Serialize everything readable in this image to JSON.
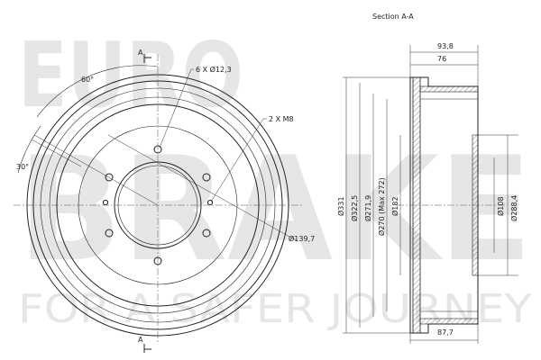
{
  "watermark": {
    "brand_line1": "EURO",
    "brand_line2": "BRAKE",
    "tagline": "FOR A SAFER JOURNEY",
    "color": "#e6e6e6"
  },
  "front_view": {
    "section_marker": "A",
    "angle_60": "60°",
    "angle_30": "30°",
    "holes_label": "6 X Ø12,3",
    "threads_label": "2 X M8",
    "pcd_label": "Ø139,7"
  },
  "section_view": {
    "title": "Section A-A",
    "dim_width_total": "93,8",
    "dim_width_inner": "76",
    "dim_width_bottom": "87,7",
    "dia_outer": "Ø331",
    "dia_flange": "Ø322,5",
    "dia_drum": "Ø271,9",
    "dia_brake": "Ø270 (Max 272)",
    "dia_182": "Ø182",
    "dia_108": "Ø108",
    "dia_288": "Ø288,4"
  },
  "colors": {
    "line": "#222222",
    "background": "#ffffff"
  }
}
